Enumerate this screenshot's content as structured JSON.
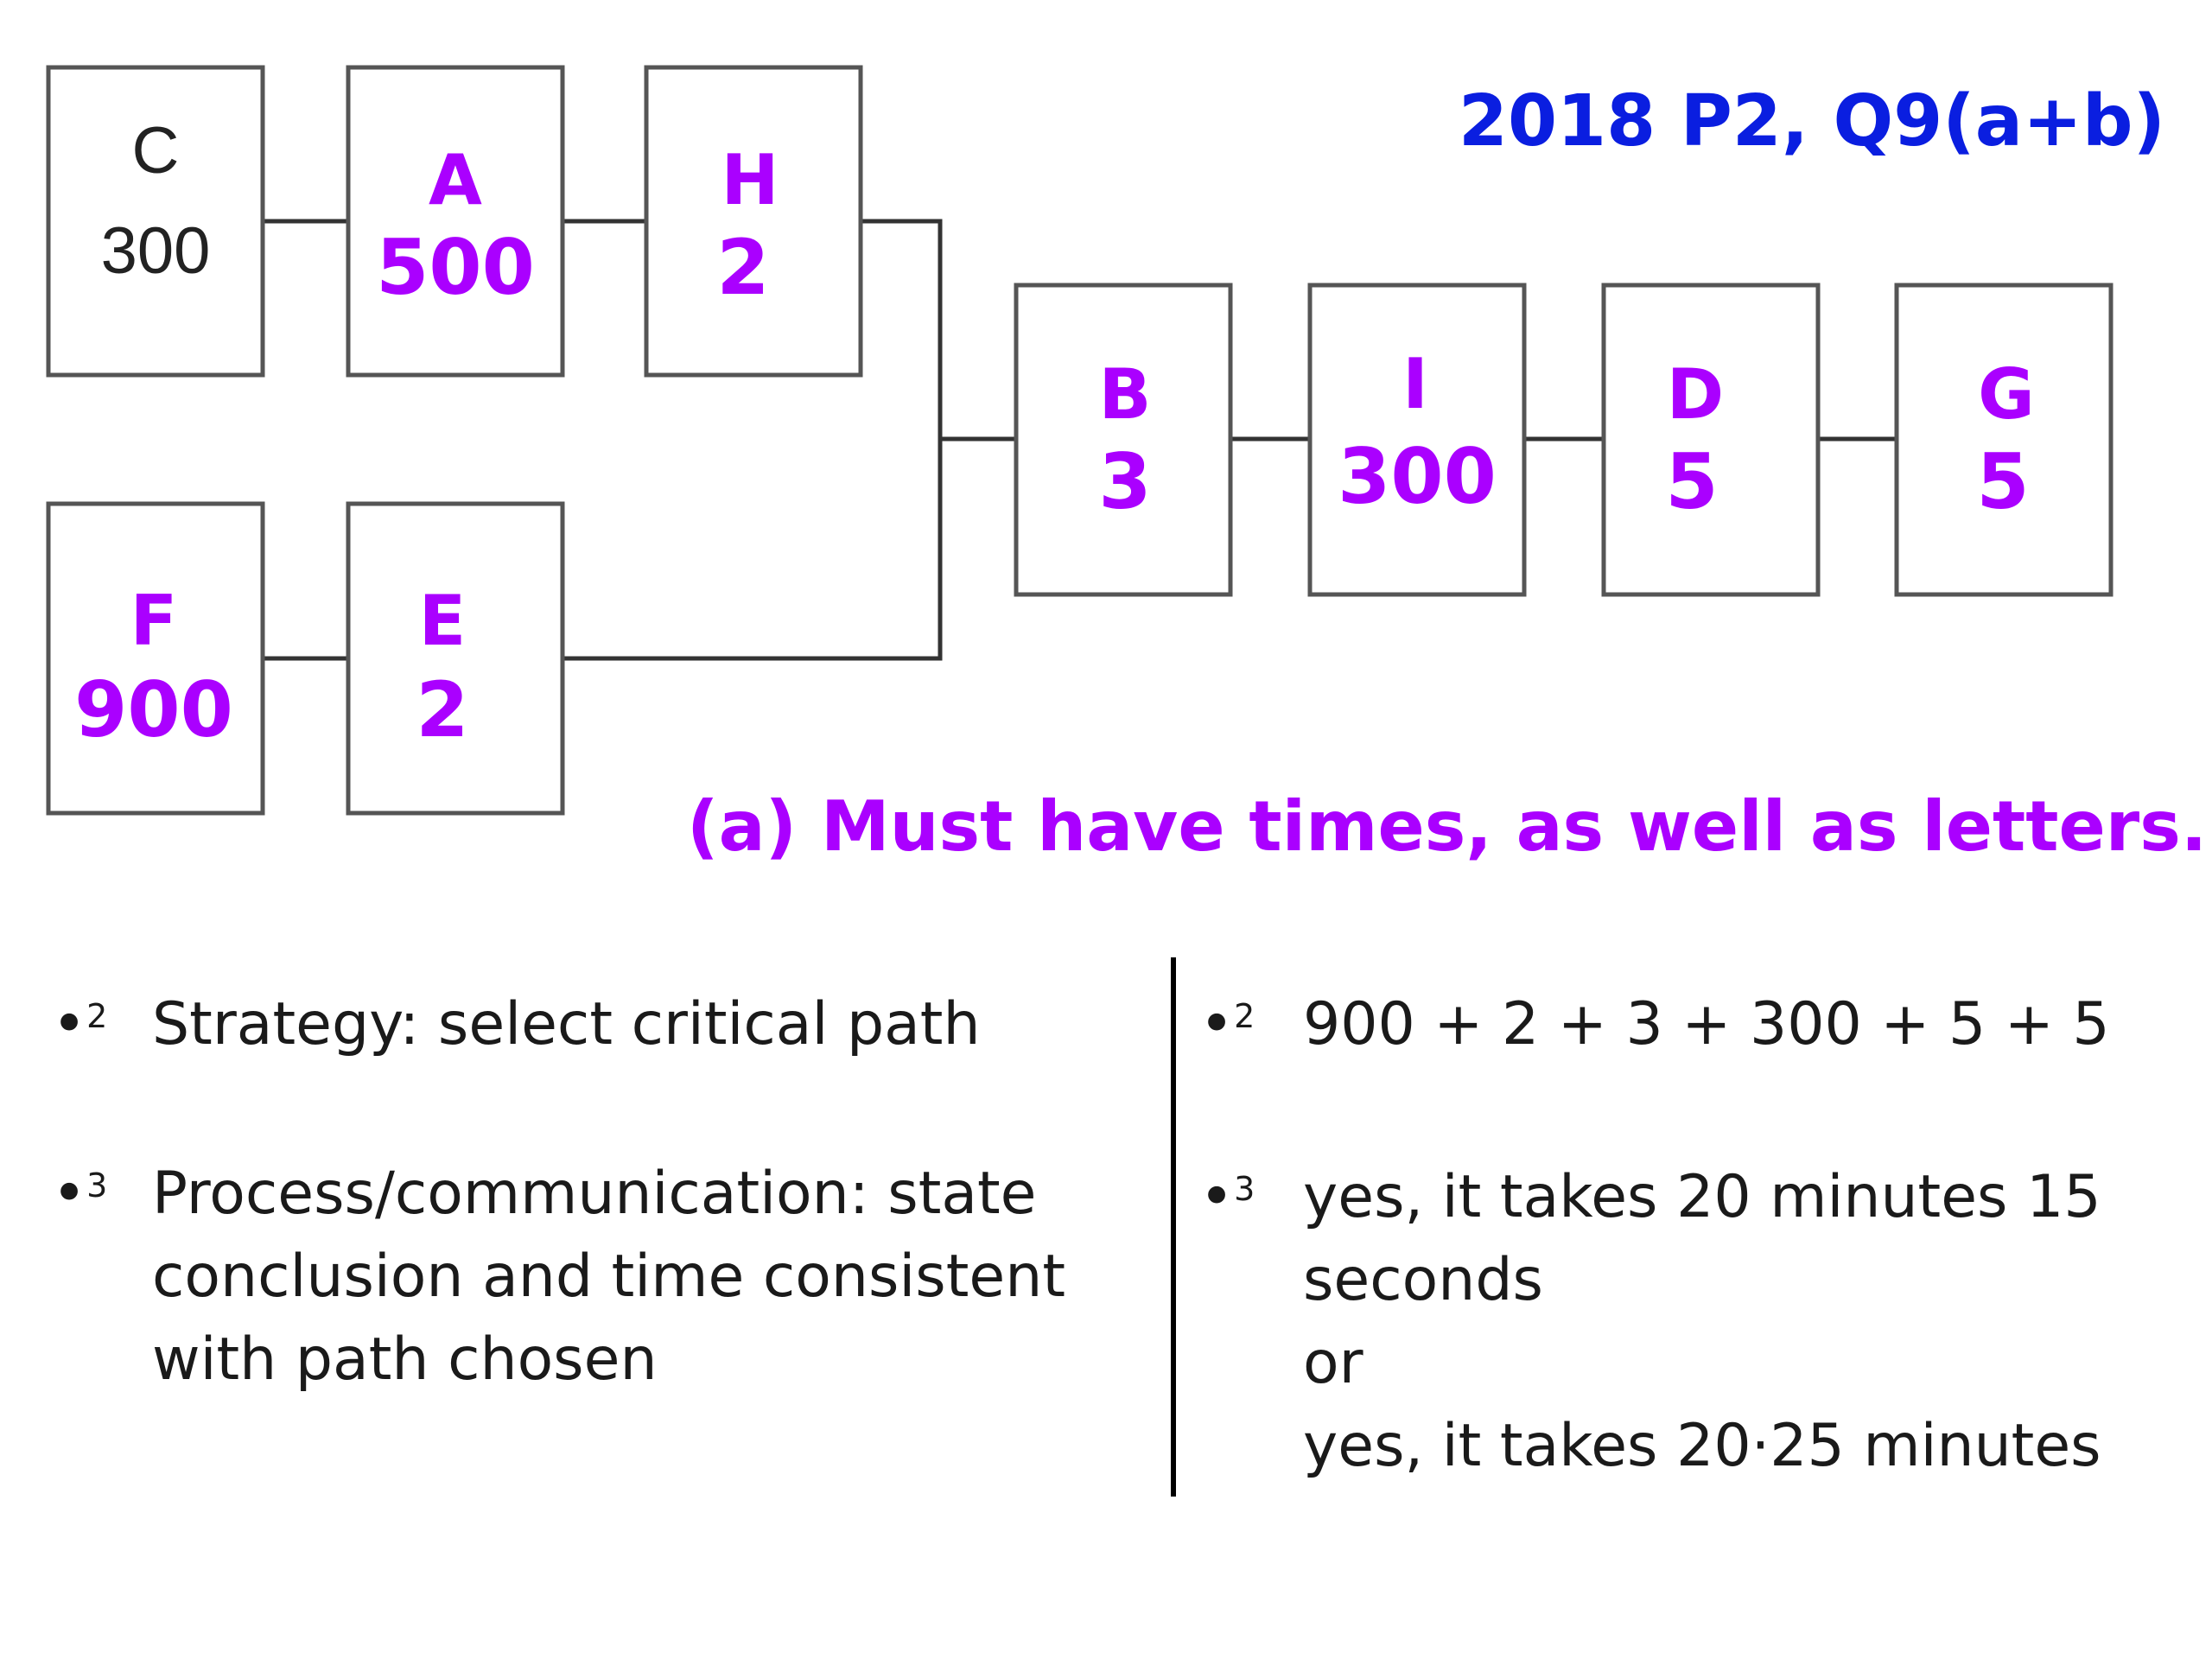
{
  "reference": "2018 P2, Q9(a+b)",
  "note": "(a) Must have times, as well as letters.",
  "colors": {
    "handwritten": "#aa00ff",
    "reference": "#0a1ee0",
    "printed": "#222222",
    "box_border": "#555555"
  },
  "nodes": [
    {
      "id": "C",
      "letter": "C",
      "time": "300",
      "style": "print"
    },
    {
      "id": "A",
      "letter": "A",
      "time": "500",
      "style": "hw"
    },
    {
      "id": "H",
      "letter": "H",
      "time": "2",
      "style": "hw"
    },
    {
      "id": "F",
      "letter": "F",
      "time": "900",
      "style": "hw"
    },
    {
      "id": "E",
      "letter": "E",
      "time": "2",
      "style": "hw"
    },
    {
      "id": "B",
      "letter": "B",
      "time": "3",
      "style": "hw"
    },
    {
      "id": "I",
      "letter": "I",
      "time": "300",
      "style": "hw"
    },
    {
      "id": "D",
      "letter": "D",
      "time": "5",
      "style": "hw"
    },
    {
      "id": "G",
      "letter": "G",
      "time": "5",
      "style": "hw"
    }
  ],
  "edges": [
    [
      "C",
      "A"
    ],
    [
      "A",
      "H"
    ],
    [
      "H",
      "B"
    ],
    [
      "F",
      "E"
    ],
    [
      "E",
      "B"
    ],
    [
      "B",
      "I"
    ],
    [
      "I",
      "D"
    ],
    [
      "D",
      "G"
    ]
  ],
  "marking": {
    "left": [
      {
        "mark": "2",
        "text": "Strategy: select critical path"
      },
      {
        "mark": "3",
        "lines": [
          "Process/communication: state",
          "conclusion and time consistent",
          "with path chosen"
        ]
      }
    ],
    "right": [
      {
        "mark": "2",
        "text": "900 + 2 + 3 + 300 + 5 + 5"
      },
      {
        "mark": "3",
        "lines": [
          "yes, it takes 20 minutes 15",
          "seconds",
          "or",
          "yes, it takes 20·25 minutes"
        ]
      }
    ]
  }
}
